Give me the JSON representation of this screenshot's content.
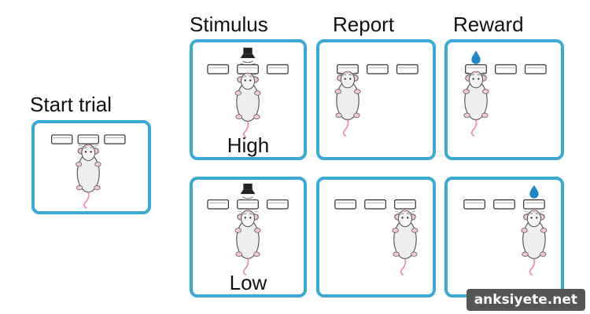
{
  "columns": {
    "start": "Start trial",
    "stimulus": "Stimulus",
    "report": "Report",
    "reward": "Reward"
  },
  "conditions": {
    "high": "High",
    "low": "Low"
  },
  "watermark": "anksiyete.net",
  "colors": {
    "panel_border": "#3aa9d6",
    "water_drop": "#1e88c7"
  }
}
